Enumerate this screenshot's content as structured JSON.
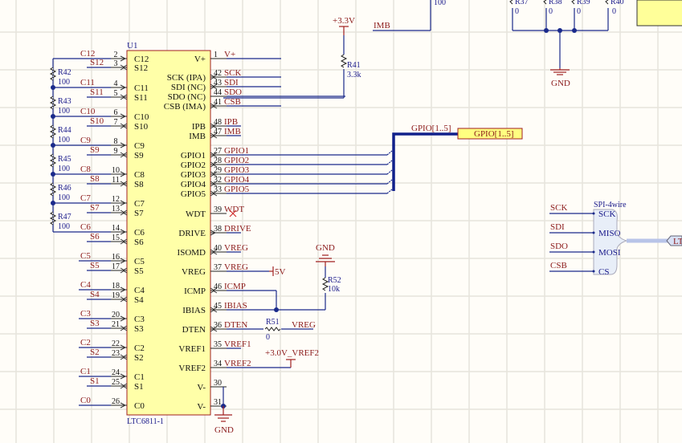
{
  "colors": {
    "background": "#fffdf8",
    "grid": "#e6e4dc",
    "wire": "#1a2a8b",
    "net_label": "#8b1a1a",
    "designator": "#1a1a8b",
    "component_fill": "#ffffa8",
    "component_border": "#a02020",
    "bus": "#10208b"
  },
  "ic": {
    "designator": "U1",
    "part": "LTC6811-1",
    "left_pins": [
      {
        "num": "2",
        "name": "C12",
        "net": "C12"
      },
      {
        "num": "3",
        "name": "S12",
        "net": "S12"
      },
      {
        "num": "4",
        "name": "C11",
        "net": "C11"
      },
      {
        "num": "5",
        "name": "S11",
        "net": "S11"
      },
      {
        "num": "6",
        "name": "C10",
        "net": "C10"
      },
      {
        "num": "7",
        "name": "S10",
        "net": "S10"
      },
      {
        "num": "8",
        "name": "C9",
        "net": "C9"
      },
      {
        "num": "9",
        "name": "S9",
        "net": "S9"
      },
      {
        "num": "10",
        "name": "C8",
        "net": "C8"
      },
      {
        "num": "11",
        "name": "S8",
        "net": "S8"
      },
      {
        "num": "12",
        "name": "C7",
        "net": "C7"
      },
      {
        "num": "13",
        "name": "S7",
        "net": "S7"
      },
      {
        "num": "14",
        "name": "C6",
        "net": "C6"
      },
      {
        "num": "15",
        "name": "S6",
        "net": "S6"
      },
      {
        "num": "16",
        "name": "C5",
        "net": "C5"
      },
      {
        "num": "17",
        "name": "S5",
        "net": "S5"
      },
      {
        "num": "18",
        "name": "C4",
        "net": "C4"
      },
      {
        "num": "19",
        "name": "S4",
        "net": "S4"
      },
      {
        "num": "20",
        "name": "C3",
        "net": "C3"
      },
      {
        "num": "21",
        "name": "S3",
        "net": "S3"
      },
      {
        "num": "22",
        "name": "C2",
        "net": "C2"
      },
      {
        "num": "23",
        "name": "S2",
        "net": "S2"
      },
      {
        "num": "24",
        "name": "C1",
        "net": "C1"
      },
      {
        "num": "25",
        "name": "S1",
        "net": "S1"
      },
      {
        "num": "26",
        "name": "C0",
        "net": "C0"
      }
    ],
    "right_pins": [
      {
        "num": "1",
        "name": "V+",
        "net": "V+"
      },
      {
        "num": "42",
        "name": "SCK (IPA)",
        "net": "SCK"
      },
      {
        "num": "43",
        "name": "SDI (NC)",
        "net": "SDI"
      },
      {
        "num": "44",
        "name": "SDO (NC)",
        "net": "SDO"
      },
      {
        "num": "41",
        "name": "CSB (IMA)",
        "net": "CSB"
      },
      {
        "num": "48",
        "name": "IPB",
        "net": "IPB"
      },
      {
        "num": "47",
        "name": "IMB",
        "net": "IMB"
      },
      {
        "num": "27",
        "name": "GPIO1",
        "net": "GPIO1"
      },
      {
        "num": "28",
        "name": "GPIO2",
        "net": "GPIO2"
      },
      {
        "num": "29",
        "name": "GPIO3",
        "net": "GPIO3"
      },
      {
        "num": "32",
        "name": "GPIO4",
        "net": "GPIO4"
      },
      {
        "num": "33",
        "name": "GPIO5",
        "net": "GPIO5"
      },
      {
        "num": "39",
        "name": "WDT",
        "net": "WDT"
      },
      {
        "num": "38",
        "name": "DRIVE",
        "net": "DRIVE"
      },
      {
        "num": "40",
        "name": "ISOMD",
        "net": "VREG"
      },
      {
        "num": "37",
        "name": "VREG",
        "net": "VREG"
      },
      {
        "num": "46",
        "name": "ICMP",
        "net": "ICMP"
      },
      {
        "num": "45",
        "name": "IBIAS",
        "net": "IBIAS"
      },
      {
        "num": "36",
        "name": "DTEN",
        "net": "DTEN"
      },
      {
        "num": "35",
        "name": "VREF1",
        "net": "VREF1"
      },
      {
        "num": "34",
        "name": "VREF2",
        "net": "VREF2"
      },
      {
        "num": "30",
        "name": "V-",
        "net": ""
      },
      {
        "num": "31",
        "name": "V-",
        "net": ""
      }
    ]
  },
  "resistors": [
    {
      "ref": "R42",
      "value": "100"
    },
    {
      "ref": "R43",
      "value": "100"
    },
    {
      "ref": "R44",
      "value": "100"
    },
    {
      "ref": "R45",
      "value": "100"
    },
    {
      "ref": "R46",
      "value": "100"
    },
    {
      "ref": "R47",
      "value": "100"
    },
    {
      "ref": "R41",
      "value": "3.3k"
    },
    {
      "ref": "R52",
      "value": "10k"
    },
    {
      "ref": "R51",
      "value": "0"
    },
    {
      "ref": "R37",
      "value": "0"
    },
    {
      "ref": "R38",
      "value": "0"
    },
    {
      "ref": "R39",
      "value": "0"
    },
    {
      "ref": "R40",
      "value": "0"
    }
  ],
  "top": {
    "partial_value": "100",
    "imb_net": "IMB",
    "power_3v3": "+3.3V"
  },
  "power": {
    "gnd": "GND",
    "v5": "5V",
    "vref2_port": "+3.0V_VREF2",
    "vreg": "VREG"
  },
  "bus": {
    "net": "GPIO[1..5]",
    "port": "GPIO[1..5]"
  },
  "spi": {
    "title": "SPI-4wire",
    "nets": [
      "SCK",
      "SDI",
      "SDO",
      "CSB"
    ],
    "pins": [
      "SCK",
      "MISO",
      "MOSI",
      "CS"
    ],
    "port_partial": "LT"
  }
}
